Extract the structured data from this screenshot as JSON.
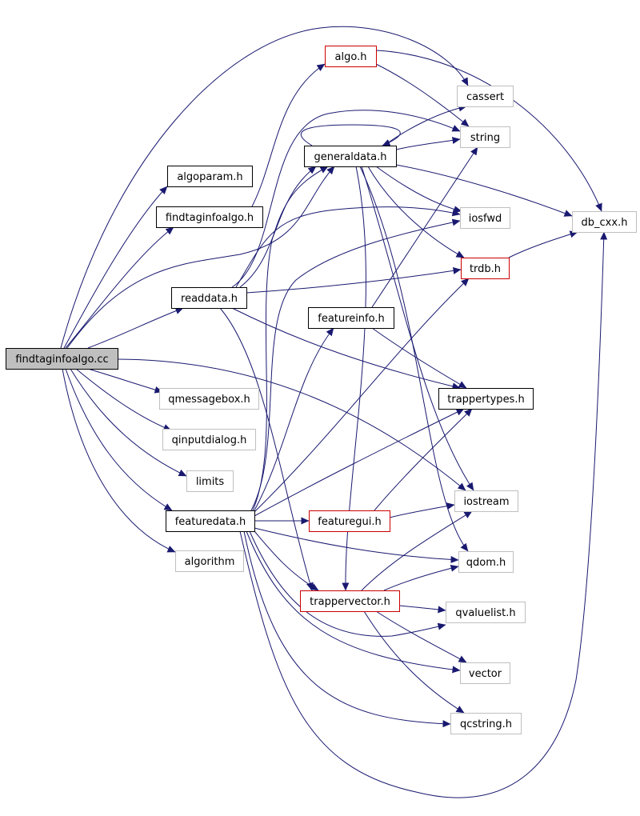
{
  "diagram": {
    "colors": {
      "edge": "#191970",
      "border_normal": "#000000",
      "border_red": "#cc0000",
      "border_system": "#bfbfbf",
      "root_fill": "#bfbfbf",
      "node_fill": "#ffffff",
      "text": "#000000"
    },
    "nodes": [
      {
        "id": "findtaginfoalgo_cc",
        "label": "findtaginfoalgo.cc",
        "style": "root"
      },
      {
        "id": "algo_h",
        "label": "algo.h",
        "style": "red"
      },
      {
        "id": "cassert",
        "label": "cassert",
        "style": "system"
      },
      {
        "id": "string",
        "label": "string",
        "style": "system"
      },
      {
        "id": "generaldata_h",
        "label": "generaldata.h",
        "style": "normal"
      },
      {
        "id": "algoparam_h",
        "label": "algoparam.h",
        "style": "normal"
      },
      {
        "id": "findtaginfoalgo_h",
        "label": "findtaginfoalgo.h",
        "style": "normal"
      },
      {
        "id": "iosfwd",
        "label": "iosfwd",
        "style": "system"
      },
      {
        "id": "db_cxx_h",
        "label": "db_cxx.h",
        "style": "system"
      },
      {
        "id": "trdb_h",
        "label": "trdb.h",
        "style": "red"
      },
      {
        "id": "readdata_h",
        "label": "readdata.h",
        "style": "normal"
      },
      {
        "id": "featureinfo_h",
        "label": "featureinfo.h",
        "style": "normal"
      },
      {
        "id": "trappertypes_h",
        "label": "trappertypes.h",
        "style": "normal"
      },
      {
        "id": "qmessagebox_h",
        "label": "qmessagebox.h",
        "style": "system"
      },
      {
        "id": "qinputdialog_h",
        "label": "qinputdialog.h",
        "style": "system"
      },
      {
        "id": "limits",
        "label": "limits",
        "style": "system"
      },
      {
        "id": "iostream",
        "label": "iostream",
        "style": "system"
      },
      {
        "id": "featuredata_h",
        "label": "featuredata.h",
        "style": "normal"
      },
      {
        "id": "featuregui_h",
        "label": "featuregui.h",
        "style": "red"
      },
      {
        "id": "algorithm",
        "label": "algorithm",
        "style": "system"
      },
      {
        "id": "qdom_h",
        "label": "qdom.h",
        "style": "system"
      },
      {
        "id": "trappervector_h",
        "label": "trappervector.h",
        "style": "red"
      },
      {
        "id": "qvaluelist_h",
        "label": "qvaluelist.h",
        "style": "system"
      },
      {
        "id": "vector",
        "label": "vector",
        "style": "system"
      },
      {
        "id": "qcstring_h",
        "label": "qcstring.h",
        "style": "system"
      }
    ],
    "edges": [
      {
        "from": "findtaginfoalgo_cc",
        "to": "algoparam_h"
      },
      {
        "from": "findtaginfoalgo_cc",
        "to": "findtaginfoalgo_h"
      },
      {
        "from": "findtaginfoalgo_cc",
        "to": "cassert"
      },
      {
        "from": "findtaginfoalgo_cc",
        "to": "generaldata_h"
      },
      {
        "from": "findtaginfoalgo_cc",
        "to": "readdata_h"
      },
      {
        "from": "findtaginfoalgo_cc",
        "to": "iostream"
      },
      {
        "from": "findtaginfoalgo_cc",
        "to": "qmessagebox_h"
      },
      {
        "from": "findtaginfoalgo_cc",
        "to": "qinputdialog_h"
      },
      {
        "from": "findtaginfoalgo_cc",
        "to": "limits"
      },
      {
        "from": "findtaginfoalgo_cc",
        "to": "featuredata_h"
      },
      {
        "from": "findtaginfoalgo_cc",
        "to": "algorithm"
      },
      {
        "from": "findtaginfoalgo_h",
        "to": "algo_h"
      },
      {
        "from": "algo_h",
        "to": "string"
      },
      {
        "from": "algo_h",
        "to": "db_cxx_h"
      },
      {
        "from": "generaldata_h",
        "to": "generaldata_h"
      },
      {
        "from": "generaldata_h",
        "to": "cassert"
      },
      {
        "from": "generaldata_h",
        "to": "string"
      },
      {
        "from": "generaldata_h",
        "to": "iosfwd"
      },
      {
        "from": "generaldata_h",
        "to": "db_cxx_h"
      },
      {
        "from": "generaldata_h",
        "to": "trdb_h"
      },
      {
        "from": "generaldata_h",
        "to": "iostream"
      },
      {
        "from": "generaldata_h",
        "to": "qdom_h"
      },
      {
        "from": "generaldata_h",
        "to": "trappervector_h"
      },
      {
        "from": "trdb_h",
        "to": "db_cxx_h"
      },
      {
        "from": "readdata_h",
        "to": "string"
      },
      {
        "from": "readdata_h",
        "to": "generaldata_h"
      },
      {
        "from": "readdata_h",
        "to": "iosfwd"
      },
      {
        "from": "readdata_h",
        "to": "trdb_h"
      },
      {
        "from": "readdata_h",
        "to": "trappertypes_h"
      },
      {
        "from": "readdata_h",
        "to": "trappervector_h"
      },
      {
        "from": "featureinfo_h",
        "to": "string"
      },
      {
        "from": "featureinfo_h",
        "to": "trappertypes_h"
      },
      {
        "from": "featuredata_h",
        "to": "generaldata_h"
      },
      {
        "from": "featuredata_h",
        "to": "iosfwd"
      },
      {
        "from": "featuredata_h",
        "to": "trdb_h"
      },
      {
        "from": "featuredata_h",
        "to": "featureinfo_h"
      },
      {
        "from": "featuredata_h",
        "to": "trappertypes_h"
      },
      {
        "from": "featuredata_h",
        "to": "featuregui_h"
      },
      {
        "from": "featuredata_h",
        "to": "qdom_h"
      },
      {
        "from": "featuredata_h",
        "to": "trappervector_h"
      },
      {
        "from": "featuredata_h",
        "to": "qvaluelist_h"
      },
      {
        "from": "featuredata_h",
        "to": "vector"
      },
      {
        "from": "featuredata_h",
        "to": "qcstring_h"
      },
      {
        "from": "featuredata_h",
        "to": "db_cxx_h"
      },
      {
        "from": "featuregui_h",
        "to": "trappertypes_h"
      },
      {
        "from": "featuregui_h",
        "to": "iostream"
      },
      {
        "from": "trappervector_h",
        "to": "iostream"
      },
      {
        "from": "trappervector_h",
        "to": "qdom_h"
      },
      {
        "from": "trappervector_h",
        "to": "qvaluelist_h"
      },
      {
        "from": "trappervector_h",
        "to": "vector"
      },
      {
        "from": "trappervector_h",
        "to": "qcstring_h"
      }
    ]
  }
}
